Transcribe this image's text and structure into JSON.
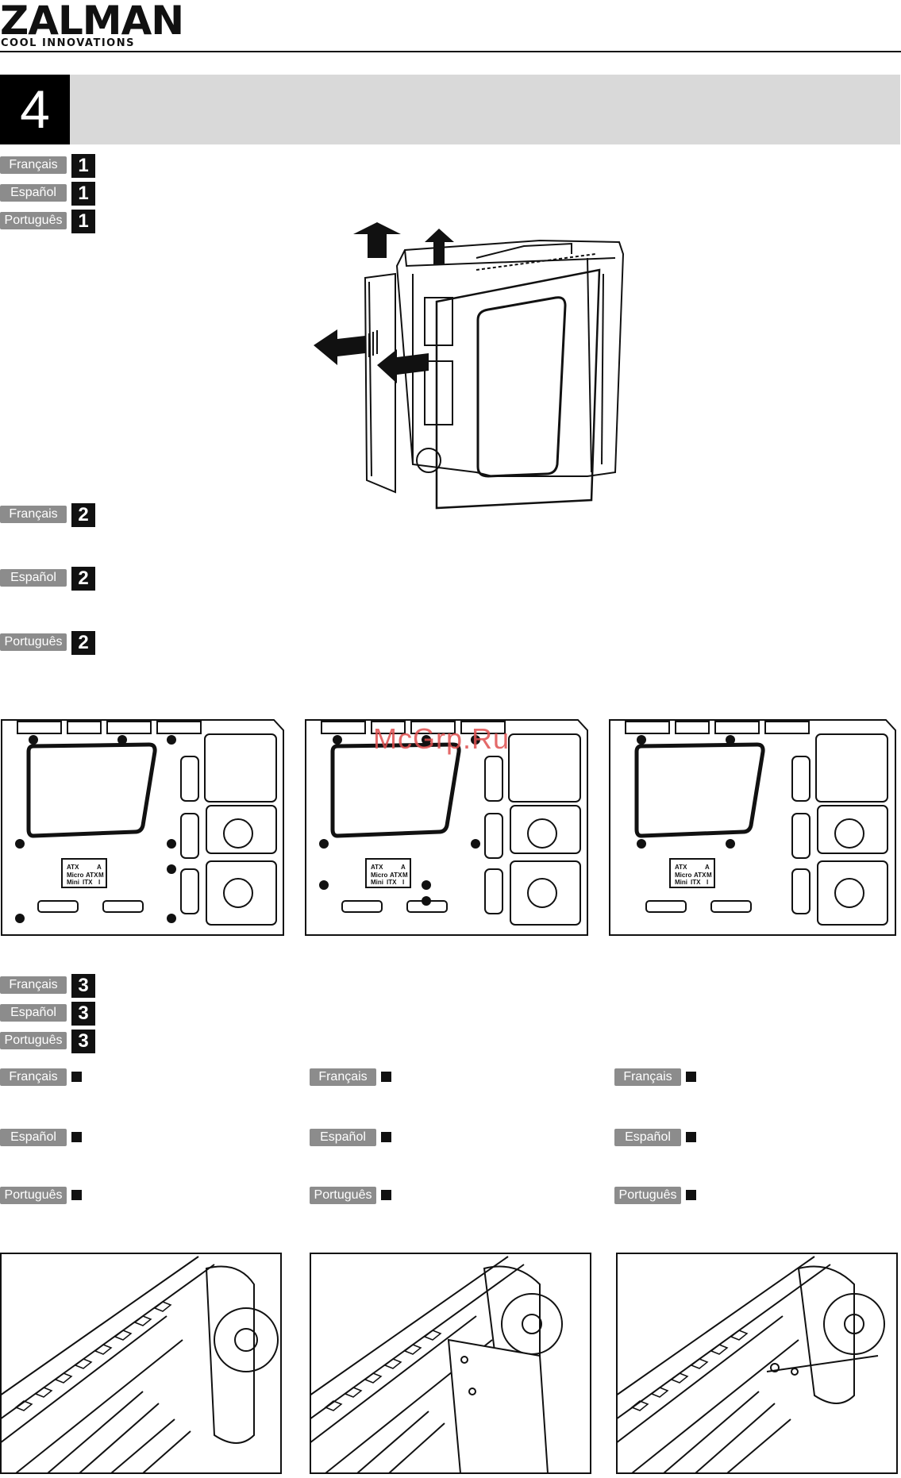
{
  "header": {
    "brand": "ZALMAN",
    "tagline": "COOL INNOVATIONS"
  },
  "section": {
    "number": "4"
  },
  "langs": {
    "fr": "Français",
    "es": "Español",
    "pt": "Português"
  },
  "steps": {
    "one": "1",
    "two": "2",
    "three": "3"
  },
  "board_labels": {
    "atx": "ATX",
    "a": "A",
    "micro": "Micro",
    "matx": "ATX",
    "m": "M",
    "mini": "Mini",
    "itx": "ITX",
    "i": "I"
  },
  "watermark": "McGrp.Ru",
  "colors": {
    "badge": "#8c8c8c",
    "band": "#d9d9d9",
    "watermark": "#e05050"
  }
}
